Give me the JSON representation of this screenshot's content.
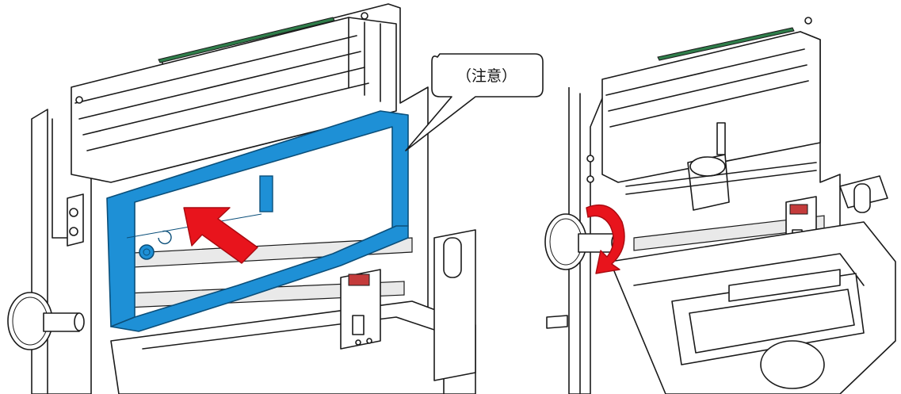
{
  "callout": {
    "label": "（注意）"
  },
  "colors": {
    "ribbon_cassette": "#1e90d6",
    "direction_arrow": "#e8141c",
    "outline": "#1a1a1a",
    "board_green": "#2f7d4a"
  },
  "figures": [
    {
      "name": "ribbon-cassette-installation",
      "arrow": "insert-direction-arrow"
    },
    {
      "name": "knob-rotation",
      "arrow": "rotate-direction-arrow"
    }
  ]
}
